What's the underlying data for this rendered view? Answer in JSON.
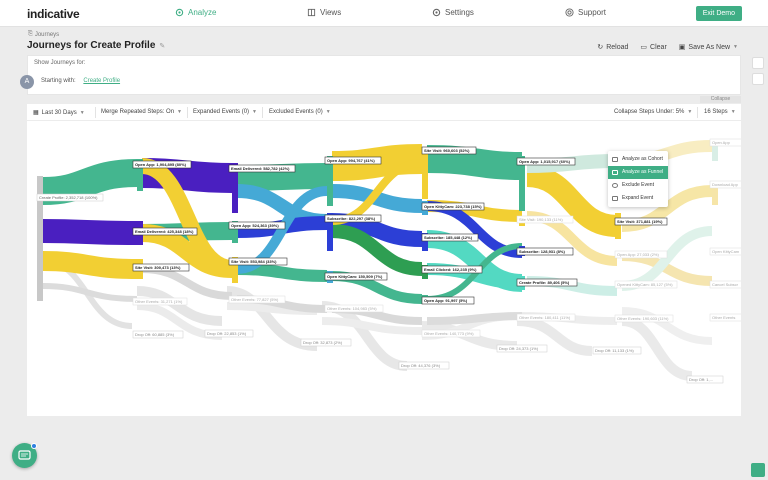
{
  "app": {
    "logo": "indicative"
  },
  "nav": [
    {
      "label": "Analyze",
      "icon": "settings-icon",
      "active": true
    },
    {
      "label": "Views",
      "icon": "book-icon",
      "active": false
    },
    {
      "label": "Settings",
      "icon": "gear-icon",
      "active": false
    },
    {
      "label": "Support",
      "icon": "support-icon",
      "active": false
    }
  ],
  "exit_demo": "Exit Demo",
  "breadcrumb": "Journeys",
  "page_title": "Journeys for Create Profile",
  "actions": {
    "reload": "Reload",
    "clear": "Clear",
    "save_as_new": "Save As New"
  },
  "query": {
    "show_label": "Show Journeys for:",
    "avatar_letter": "A",
    "starting_with_label": "Starting with:",
    "starting_event": "Create Profile"
  },
  "collapse_tab": "Collapse",
  "toolbar": {
    "date_range": "Last 30 Days",
    "merge": "Merge Repeated Steps: On",
    "expanded": "Expanded Events (0)",
    "excluded": "Excluded Events (0)",
    "collapse_under": "Collapse Steps Under: 5%",
    "steps": "16 Steps"
  },
  "colors": {
    "accent": "#3fae85",
    "open_app": "#44b68f",
    "email_delivered": "#4a1fc0",
    "site_visit": "#f2cf33",
    "subscribe": "#2c3fd6",
    "kitty_cam": "#45a9d6",
    "email_clicked": "#2e9e52",
    "create_profile": "#53d9c2",
    "other": "#d8d8d8"
  },
  "context_menu": [
    {
      "label": "Analyze as Cohort",
      "selected": false
    },
    {
      "label": "Analyze as Funnel",
      "selected": true
    },
    {
      "label": "Exclude Event",
      "selected": false
    },
    {
      "label": "Expand Event",
      "selected": false
    }
  ],
  "nodes": {
    "create_profile_root": "Create Profile: 2,352,718 (100%)",
    "s1_open_app": "Open App: 1,904,895 (80%)",
    "s1_email_delivered": "Email Delivered: 425,348 (18%)",
    "s1_site_visit": "Site Visit: 300,473 (13%)",
    "s1_other": "Other Events: 31,271 (1%)",
    "s1_drop": "Drop Off: 60,885 (3%)",
    "s2_email_delivered": "Email Delivered: 582,782 (42%)",
    "s2_open_app": "Open App: 524,363 (39%)",
    "s2_site_visit": "Site Visit: 553,984 (33%)",
    "s2_other": "Other Events: 77,827 (5%)",
    "s2_drop": "Drop Off: 22,853 (1%)",
    "s3_open_app": "Open App: 994,767 (41%)",
    "s3_subscribe": "Subscribe: 822,297 (38%)",
    "s3_kittycam": "Open KittyCam: 150,509 (7%)",
    "s3_other": "Other Events: 104,983 (5%)",
    "s3_drop": "Drop Off: 32,873 (2%)",
    "s4_site_visit": "Site Visit: 960,603 (52%)",
    "s4_kittycam": "Open KittyCam: 223,738 (15%)",
    "s4_subscribe": "Subscribe: 185,448 (12%)",
    "s4_email_clicked": "Email Clicked: 162,235 (9%)",
    "s4_open_app": "Open App: 91,997 (5%)",
    "s4_other": "Other Events: 140,773 (9%)",
    "s4_drop": "Drop Off: 44,376 (3%)",
    "s5_open_app": "Open App: 1,015,917 (60%)",
    "s5_site_visit": "Site Visit: 190,133 (11%)",
    "s5_subscribe": "Subscribe: 128,931 (8%)",
    "s5_create_profile": "Create Profile: 89,406 (5%)",
    "s5_other": "Other Events: 180,411 (11%)",
    "s5_drop": "Drop Off: 24,373 (1%)",
    "s6_site_visit": "Site Visit: 371,881 (19%)",
    "s6_open_app": "Open App: 27,033 (2%)",
    "s6_kittycam": "Opened KittyCam: 85,127 (5%)",
    "s6_other": "Other Events: 190,603 (11%)",
    "s6_drop": "Drop Off: 11,133 (1%)",
    "s7_open_app": "Open App",
    "s7_download": "Download App",
    "s7_kittycam": "Open KittyCam",
    "s7_cancel": "Cancel Subscr",
    "s7_other": "Other Events",
    "s7_drop": "Drop Off: 1,..."
  }
}
